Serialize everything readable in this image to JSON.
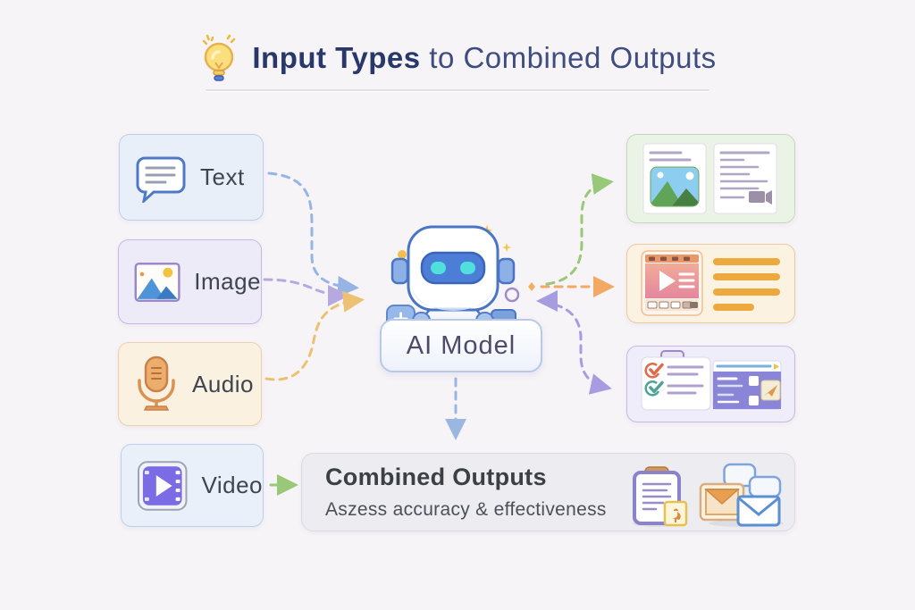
{
  "header": {
    "icon": "lightbulb-icon",
    "title_bold": "Input Types",
    "title_rest": " to Combined Outputs"
  },
  "inputs": [
    {
      "label": "Text",
      "icon": "speech-bubble-icon",
      "bg": "#e9eff9",
      "border": "#bccfee",
      "arrow_color": "#96b5e5"
    },
    {
      "label": "Image",
      "icon": "picture-icon",
      "bg": "#edebf8",
      "border": "#c4bae6",
      "arrow_color": "#b7a9e0"
    },
    {
      "label": "Audio",
      "icon": "microphone-icon",
      "bg": "#faf1e1",
      "border": "#ecd2a6",
      "arrow_color": "#ecc173"
    },
    {
      "label": "Video",
      "icon": "video-player-icon",
      "bg": "#eaf0fa",
      "border": "#bccfee",
      "arrow_color": "#98c878"
    }
  ],
  "model": {
    "label": "AI Model",
    "icon": "robot-icon"
  },
  "outputs": [
    {
      "name": "image-and-text-documents",
      "icons": [
        "photo-document-icon",
        "text-document-icon"
      ],
      "bg": "#eaf3e5",
      "border": "#c3dab6",
      "arrow_color": "#98c878"
    },
    {
      "name": "video-with-text",
      "icons": [
        "video-player-icon",
        "text-lines-icon"
      ],
      "bg": "#fbf2e2",
      "border": "#eccb9e",
      "arrow_color": "#f2a964"
    },
    {
      "name": "checklist-report-card",
      "icons": [
        "checklist-icon",
        "message-card-icon"
      ],
      "bg": "#efedf9",
      "border": "#c2bbe2",
      "arrow_color": "#a89ce0"
    }
  ],
  "combined": {
    "title": "Combined Outputs",
    "subtitle": "Aszess accuracy & effectiveness",
    "icons": [
      "clipboard-icon",
      "mail-messages-icon"
    ],
    "arrow_color": "#9ab7e2"
  }
}
